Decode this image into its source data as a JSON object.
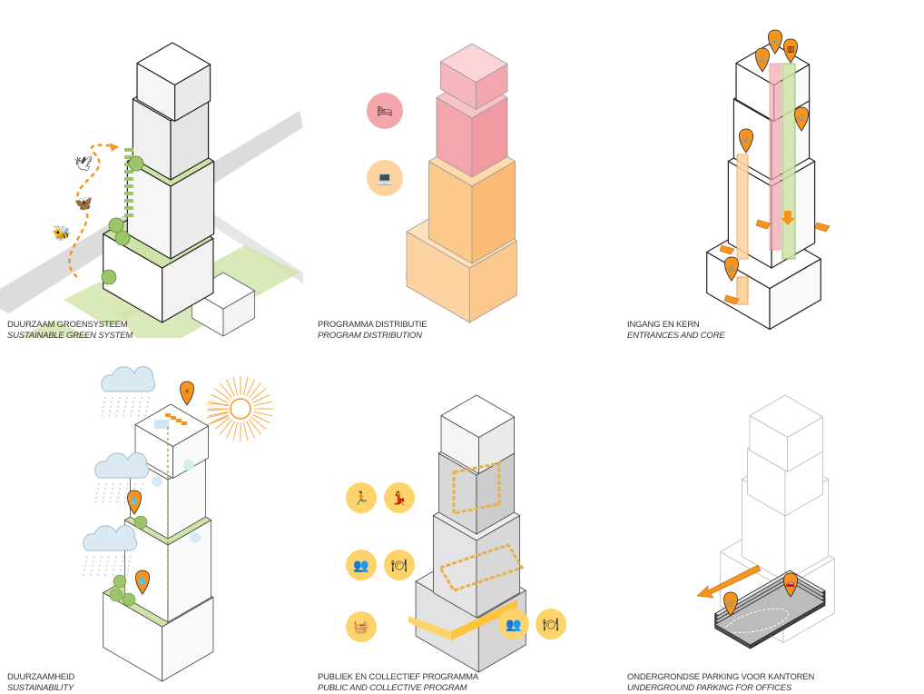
{
  "panels": [
    {
      "title_nl": "DUURZAAM GROENSYSTEEM",
      "title_en": "SUSTAINABLE GREEN SYSTEM"
    },
    {
      "title_nl": "PROGRAMMA DISTRIBUTIE",
      "title_en": "PROGRAM DISTRIBUTION"
    },
    {
      "title_nl": "INGANG EN KERN",
      "title_en": "ENTRANCES AND CORE"
    },
    {
      "title_nl": "DUURZAAMHEID",
      "title_en": "SUSTAINABILITY"
    },
    {
      "title_nl": "PUBLIEK EN COLLECTIEF PROGRAMMA",
      "title_en": "PUBLIC AND COLLECTIVE PROGRAM"
    },
    {
      "title_nl": "ONDERGRONDSE PARKING VOOR KANTOREN",
      "title_en": "UNDERGROUND PARKING FOR OFFICES"
    }
  ],
  "colors": {
    "green": "#cfe3a8",
    "orange": "#f7941d",
    "pink": "#f4a6ad",
    "peach": "#fcd3a1",
    "yellow": "#fdd46b",
    "gray": "#d9d9d9",
    "dark": "#333333"
  }
}
